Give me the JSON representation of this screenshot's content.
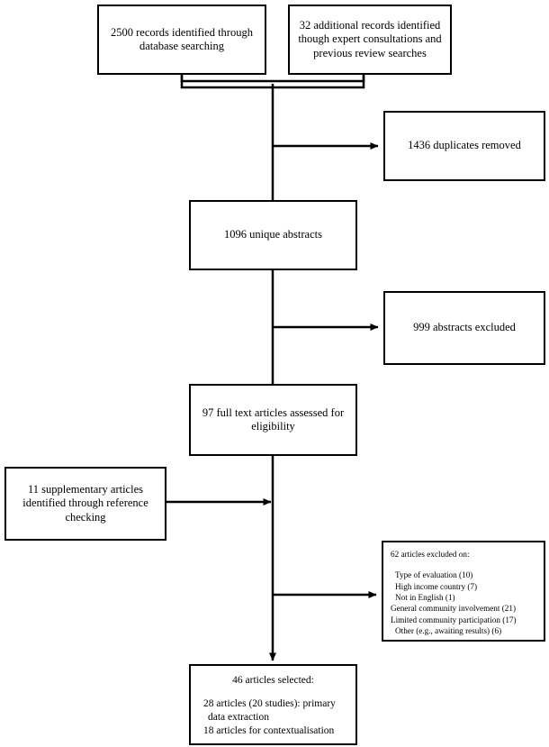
{
  "diagram": {
    "type": "prisma-flow-diagram",
    "stroke_color": "#000000",
    "background_color": "#ffffff",
    "nodes": {
      "database_search": {
        "lines": [
          "2500 records identified through",
          "database searching"
        ]
      },
      "additional_records": {
        "lines": [
          "32 additional records identified",
          "though expert consultations and",
          "previous review searches"
        ]
      },
      "duplicates_removed": {
        "lines": [
          "1436 duplicates removed"
        ]
      },
      "unique_abstracts": {
        "lines": [
          "1096 unique abstracts"
        ]
      },
      "abstracts_excluded": {
        "lines": [
          "999 abstracts excluded"
        ]
      },
      "full_text_assessed": {
        "lines": [
          "97 full text articles assessed for",
          "eligibility"
        ]
      },
      "supplementary_articles": {
        "lines": [
          "11 supplementary articles",
          "identified through reference",
          "checking"
        ]
      },
      "articles_excluded": {
        "title": "62 articles excluded on:",
        "reasons": [
          "Type of evaluation (10)",
          "High income country (7)",
          "Not in English (1)",
          "General community involvement (21)",
          "Limited community participation (17)",
          "Other (e.g., awaiting results) (6)"
        ]
      },
      "articles_selected": {
        "title": "46 articles selected:",
        "lines": [
          "28 articles (20 studies): primary",
          "data extraction",
          "18 articles for contextualisation"
        ]
      }
    }
  }
}
